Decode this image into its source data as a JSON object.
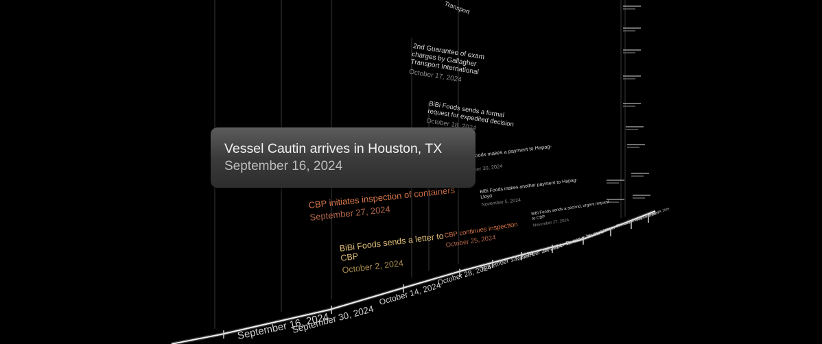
{
  "timeline": {
    "axis_labels": [
      "September 16, 2024",
      "September 30, 2024",
      "October 14, 2024",
      "October 28, 2024",
      "November 12, 2024",
      "November 26, 2024",
      "December 11, 2024",
      "December 25, 2024",
      "January 8, 2025",
      "January 22, 2025",
      "February 5, 2025",
      "February 19, 2025",
      "March 5, 2025",
      "March 19, 2025"
    ],
    "events": [
      {
        "title": "Transport",
        "date": "",
        "color": "default"
      },
      {
        "title": "2nd Guarantee of exam charges by Gallagher Transport International",
        "date": "October 17, 2024",
        "color": "default"
      },
      {
        "title": "BiBi Foods sends a formal request for expedited decision",
        "date": "October 18, 2024",
        "color": "default"
      },
      {
        "title": "BiBi Foods makes a payment to Hapag-Lloyd",
        "date": "October 30, 2024",
        "color": "default"
      },
      {
        "title": "BiBi Foods makes another payment to Hapag-Lloyd",
        "date": "November 5, 2024",
        "color": "default"
      },
      {
        "title": "BiBi Foods sends a second, urgent request to CBP",
        "date": "November 27, 2024",
        "color": "default"
      },
      {
        "title": "CBP initiates inspection of containers",
        "date": "September 27, 2024",
        "color": "orange"
      },
      {
        "title": "CBP continues inspection",
        "date": "October 25, 2024",
        "color": "orange"
      },
      {
        "title": "BiBi Foods sends a letter to CBP",
        "date": "October 2, 2024",
        "color": "gold"
      }
    ]
  },
  "tooltip": {
    "title": "Vessel Cautin arrives in Houston, TX",
    "date": "September 16, 2024"
  }
}
